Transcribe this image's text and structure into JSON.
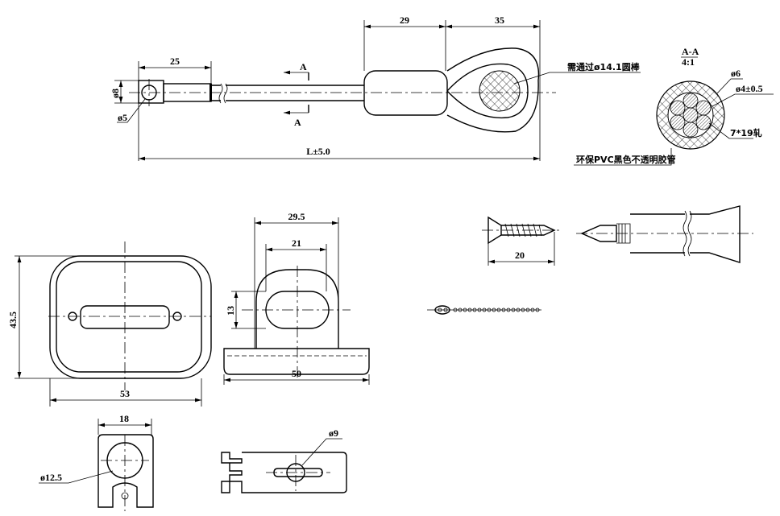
{
  "top_view": {
    "dim_25": "25",
    "dim_29": "29",
    "dim_35": "35",
    "section_a_top": "A",
    "section_a_bottom": "A",
    "dia_8": "ø8",
    "dia_5": "ø5",
    "length": "L±5.0",
    "note_rod": "需通过ø14.1圆棒"
  },
  "section": {
    "title": "A-A",
    "scale": "4:1",
    "dia_6": "ø6",
    "dia_4": "ø4±0.5",
    "strand": "7*19轧",
    "sheath": "环保PVC黑色不透明胶管"
  },
  "bracket_front": {
    "height": "43.5",
    "width": "53"
  },
  "bracket_side": {
    "dim_29_5": "29.5",
    "dim_21": "21",
    "dim_13": "13",
    "dim_50": "50"
  },
  "screw": {
    "length": "20"
  },
  "clip": {
    "width": "18",
    "dia": "ø12.5"
  },
  "plate": {
    "dia": "ø9"
  }
}
